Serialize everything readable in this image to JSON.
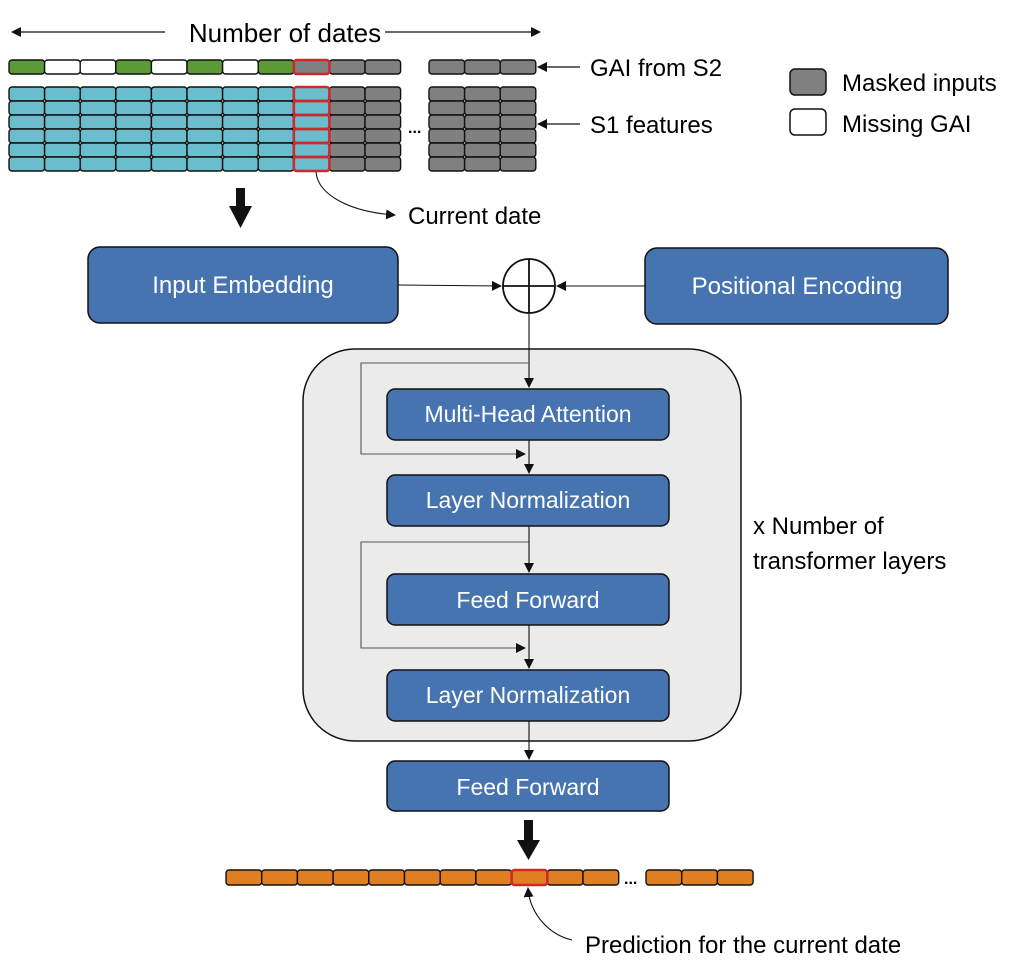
{
  "colors": {
    "gai_present": "#5b9a35",
    "gai_missing": "#ffffff",
    "masked": "#808080",
    "s1_feature": "#6bbccc",
    "prediction": "#e07e22",
    "current_highlight": "#cc2a2a",
    "block_fill": "#4674b0",
    "container_fill": "#ebebeb",
    "stroke": "#111111"
  },
  "header": {
    "dates_label": "Number of dates"
  },
  "input_grid": {
    "gai_row_label": "GAI from S2",
    "s1_rows_label": "S1 features",
    "s1_row_count": 6,
    "leading_cells": [
      "present",
      "missing",
      "missing",
      "present",
      "missing",
      "present",
      "missing",
      "present",
      "masked",
      "masked",
      "masked"
    ],
    "s1_leading_cells": [
      "feature",
      "feature",
      "feature",
      "feature",
      "feature",
      "feature",
      "feature",
      "feature",
      "feature",
      "masked",
      "masked"
    ],
    "trailing_cells": [
      "masked",
      "masked",
      "masked"
    ],
    "current_index": 8,
    "ellipsis": "...",
    "current_date_label": "Current date"
  },
  "legend": {
    "items": [
      {
        "label": "Masked inputs",
        "swatch": "masked"
      },
      {
        "label": "Missing GAI",
        "swatch": "missing"
      }
    ]
  },
  "blocks": {
    "input_embedding": "Input Embedding",
    "positional_encoding": "Positional Encoding",
    "multi_head_attention": "Multi-Head Attention",
    "layer_norm_1": "Layer Normalization",
    "feed_forward_inner": "Feed Forward",
    "layer_norm_2": "Layer Normalization",
    "feed_forward_outer": "Feed Forward"
  },
  "transformer": {
    "repeat_label_line1": "x Number of",
    "repeat_label_line2": "transformer layers"
  },
  "output": {
    "leading_count": 11,
    "trailing_count": 3,
    "current_index": 8,
    "ellipsis": "...",
    "prediction_label": "Prediction for the current date"
  }
}
